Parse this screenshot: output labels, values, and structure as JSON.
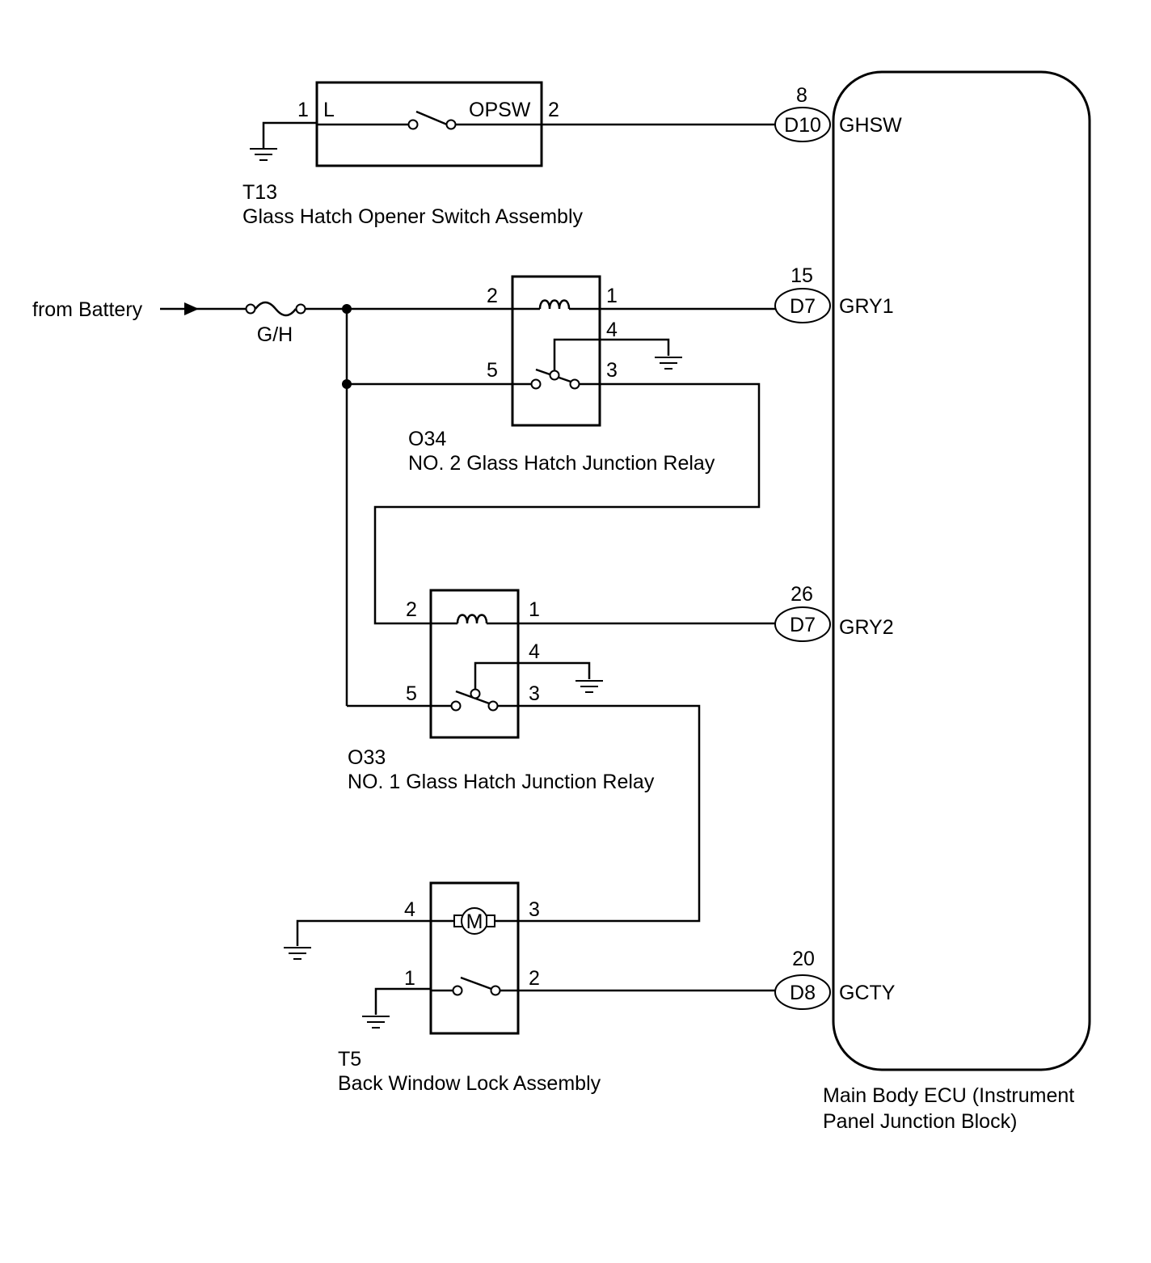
{
  "source": {
    "label": "from Battery",
    "fuse": "G/H"
  },
  "components": {
    "t13": {
      "code": "T13",
      "name": "Glass Hatch Opener Switch Assembly",
      "pin_1": "1",
      "pin_2": "2",
      "label_left": "L",
      "label_right": "OPSW"
    },
    "o34": {
      "code": "O34",
      "name": "NO. 2 Glass Hatch Junction Relay",
      "pin_1": "1",
      "pin_2": "2",
      "pin_3": "3",
      "pin_4": "4",
      "pin_5": "5"
    },
    "o33": {
      "code": "O33",
      "name": "NO. 1 Glass Hatch Junction Relay",
      "pin_1": "1",
      "pin_2": "2",
      "pin_3": "3",
      "pin_4": "4",
      "pin_5": "5"
    },
    "t5": {
      "code": "T5",
      "name": "Back Window Lock Assembly",
      "pin_1": "1",
      "pin_2": "2",
      "pin_3": "3",
      "pin_4": "4",
      "motor_label": "M"
    }
  },
  "ecu": {
    "name_line1": "Main Body ECU (Instrument",
    "name_line2": "Panel Junction Block)",
    "terminals": [
      {
        "pin": "8",
        "connector": "D10",
        "signal": "GHSW"
      },
      {
        "pin": "15",
        "connector": "D7",
        "signal": "GRY1"
      },
      {
        "pin": "26",
        "connector": "D7",
        "signal": "GRY2"
      },
      {
        "pin": "20",
        "connector": "D8",
        "signal": "GCTY"
      }
    ]
  }
}
